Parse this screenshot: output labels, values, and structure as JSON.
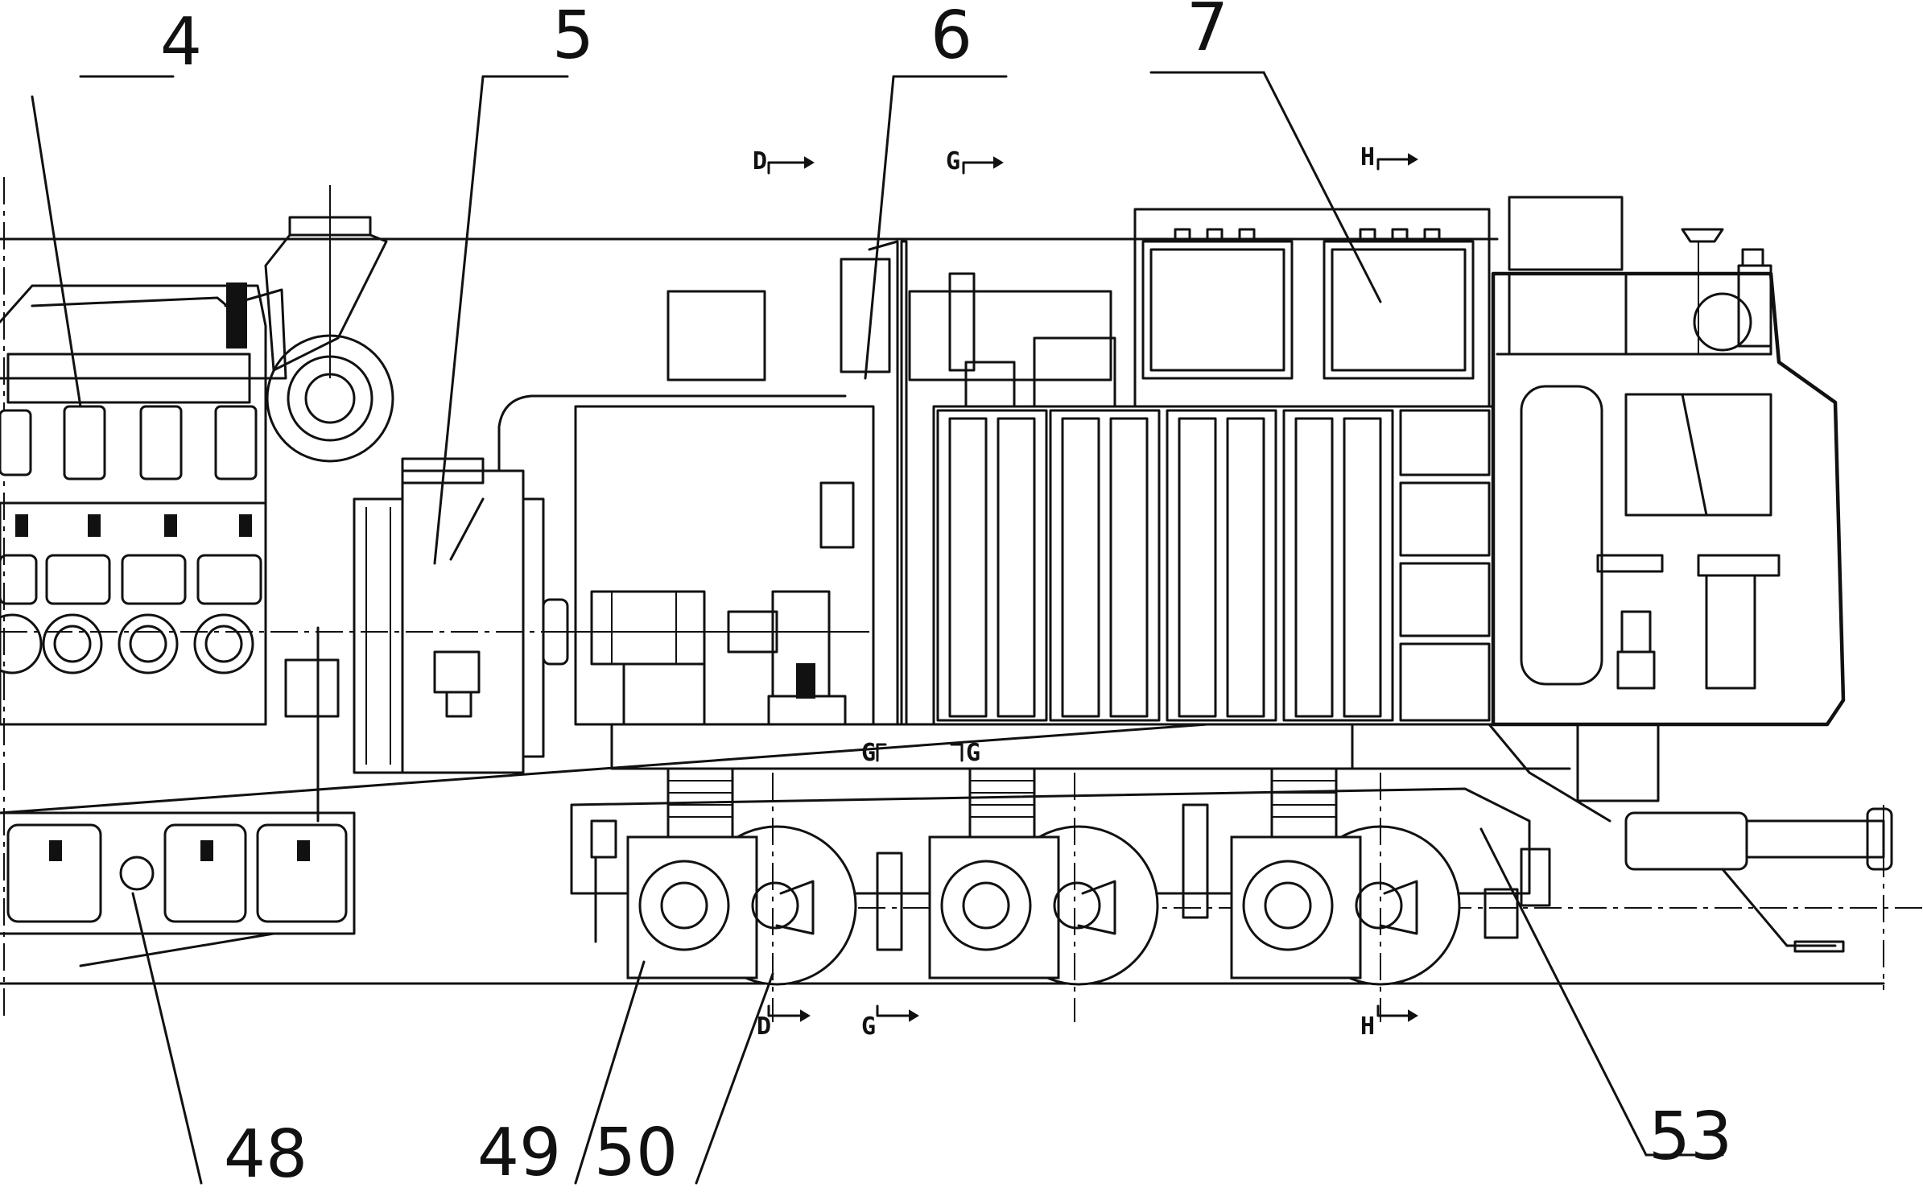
{
  "labels": {
    "n4": "4",
    "n5": "5",
    "n6": "6",
    "n7": "7",
    "n48": "48",
    "n49": "49",
    "n50": "50",
    "n53": "53"
  },
  "section_marks": {
    "d_top": "D",
    "g_top": "G",
    "h_top": "H",
    "g_mid_left": "G",
    "g_mid_right": "G",
    "d_bottom": "D",
    "g_bottom": "G",
    "h_bottom": "H"
  }
}
